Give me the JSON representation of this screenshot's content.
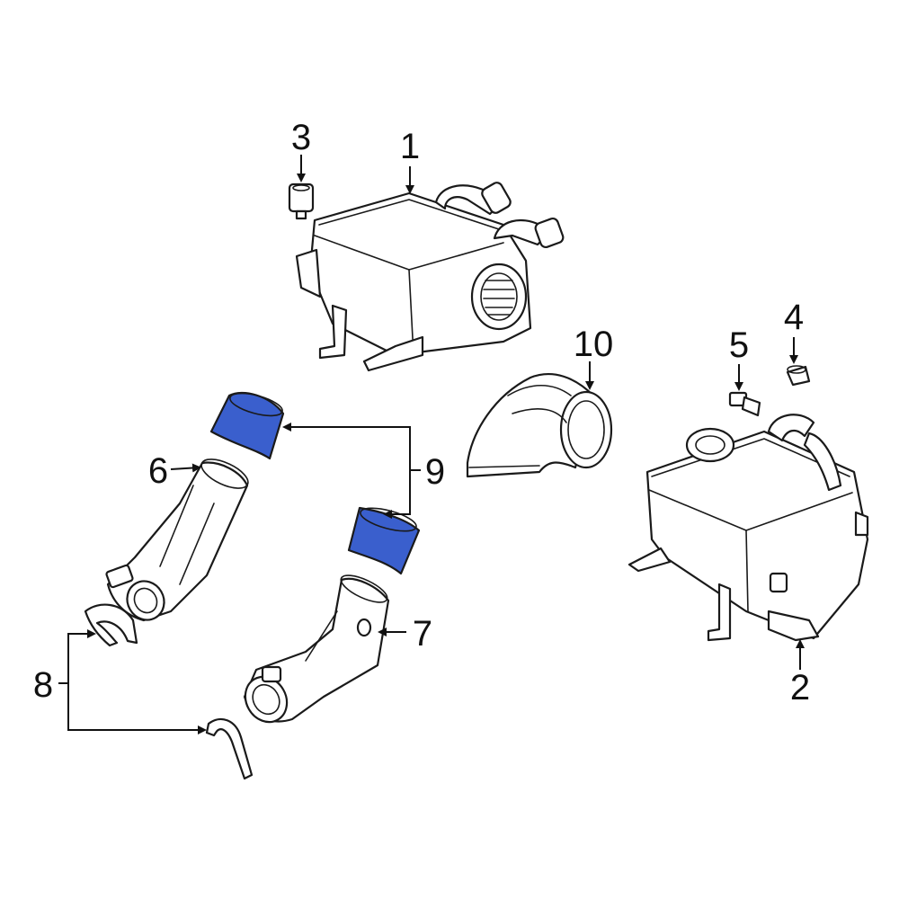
{
  "diagram": {
    "highlight_color": "#3a5fcd",
    "line_color": "#1a1a1a",
    "callouts": {
      "c1": "1",
      "c2": "2",
      "c3": "3",
      "c4": "4",
      "c5": "5",
      "c6": "6",
      "c7": "7",
      "c8": "8",
      "c9": "9",
      "c10": "10"
    }
  }
}
